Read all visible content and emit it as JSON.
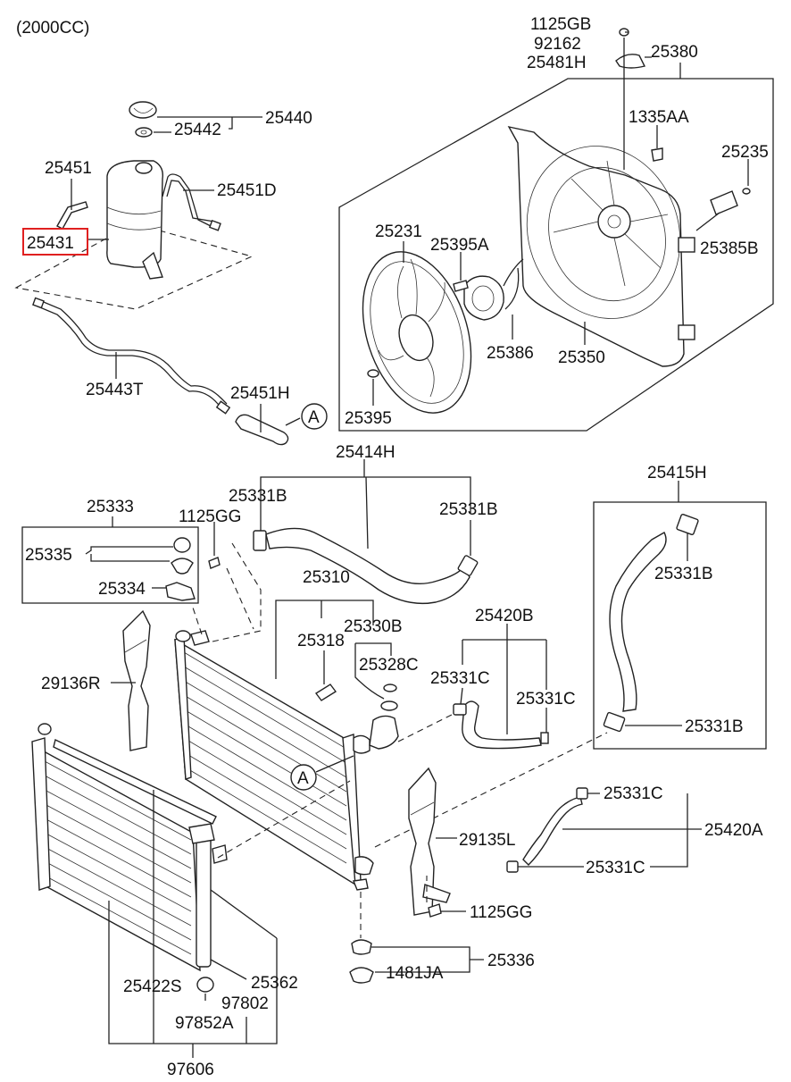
{
  "header": {
    "title": "(2000CC)"
  },
  "highlighted_part": "25431",
  "labels": {
    "l25440": "25440",
    "l25442": "25442",
    "l25451": "25451",
    "l25451D": "25451D",
    "l25431": "25431",
    "l25443T": "25443T",
    "l25451H": "25451H",
    "l1125GB": "1125GB",
    "l92162": "92162",
    "l25481H": "25481H",
    "l25380": "25380",
    "l1335AA": "1335AA",
    "l25235": "25235",
    "l25385B": "25385B",
    "l25231": "25231",
    "l25395A": "25395A",
    "l25386": "25386",
    "l25350": "25350",
    "l25395": "25395",
    "l25414H": "25414H",
    "l25331B_a": "25331B",
    "l25331B_b": "25331B",
    "l25415H": "25415H",
    "l25331B_c": "25331B",
    "l25331B_d": "25331B",
    "l25333": "25333",
    "l1125GG_a": "1125GG",
    "l25335": "25335",
    "l25334": "25334",
    "l25310": "25310",
    "l25318": "25318",
    "l25330B": "25330B",
    "l25328C": "25328C",
    "l25420B": "25420B",
    "l25331C_a": "25331C",
    "l25331C_b": "25331C",
    "l29136R": "29136R",
    "l25331C_c": "25331C",
    "l25420A": "25420A",
    "l25331C_d": "25331C",
    "l29135L": "29135L",
    "l1125GG_b": "1125GG",
    "l25336": "25336",
    "l1481JA": "1481JA",
    "l25422S": "25422S",
    "l25362": "25362",
    "l97802": "97802",
    "l97852A": "97852A",
    "l97606": "97606",
    "refA1": "A",
    "refA2": "A"
  }
}
